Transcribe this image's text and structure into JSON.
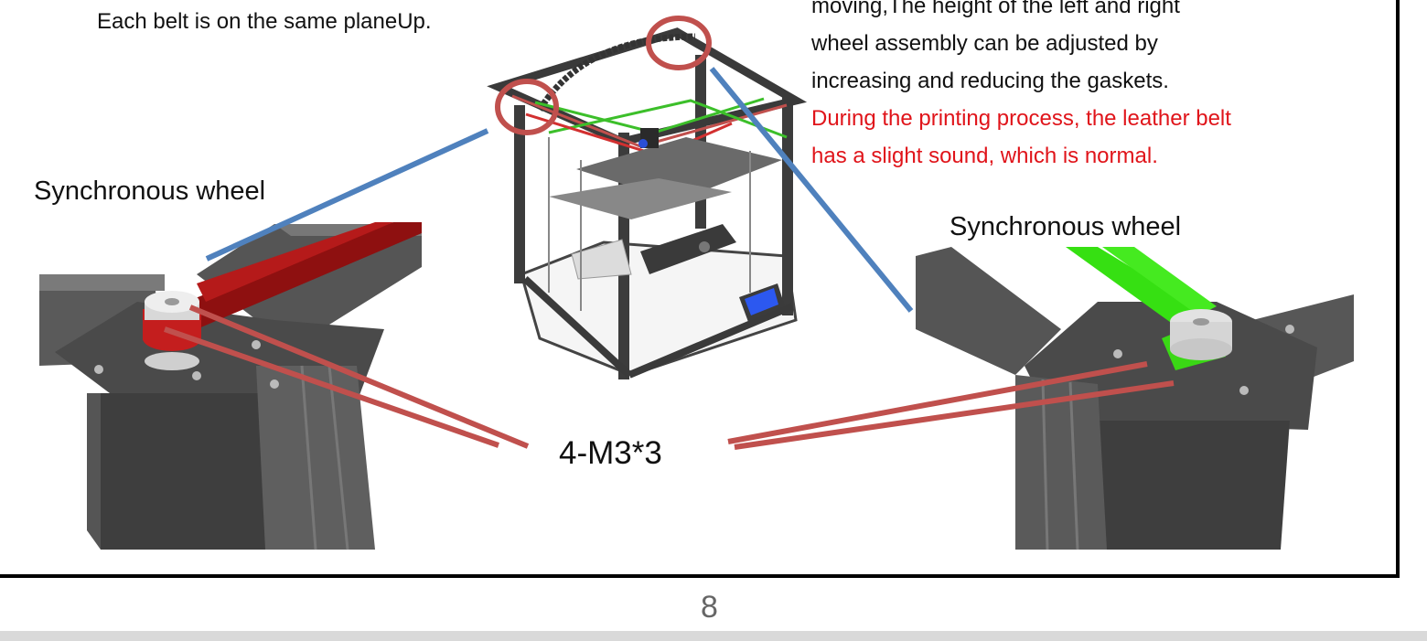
{
  "left_note": "Each belt is on the same planeUp.",
  "note_lines": [
    "moving,The height of the left and right",
    "wheel assembly can be adjusted by",
    "increasing and reducing the gaskets."
  ],
  "warning_lines": [
    "During the printing process, the leather belt",
    "has a slight sound, which is normal."
  ],
  "label_left": "Synchronous wheel",
  "label_right": "Synchronous wheel",
  "callout": "4-M3*3",
  "page_number": "8",
  "colors": {
    "red_belt": "#b01515",
    "green_belt": "#35e010",
    "callout_line": "#c0504d",
    "pointer_line": "#4f81bd",
    "warning_text": "#e0141a"
  }
}
